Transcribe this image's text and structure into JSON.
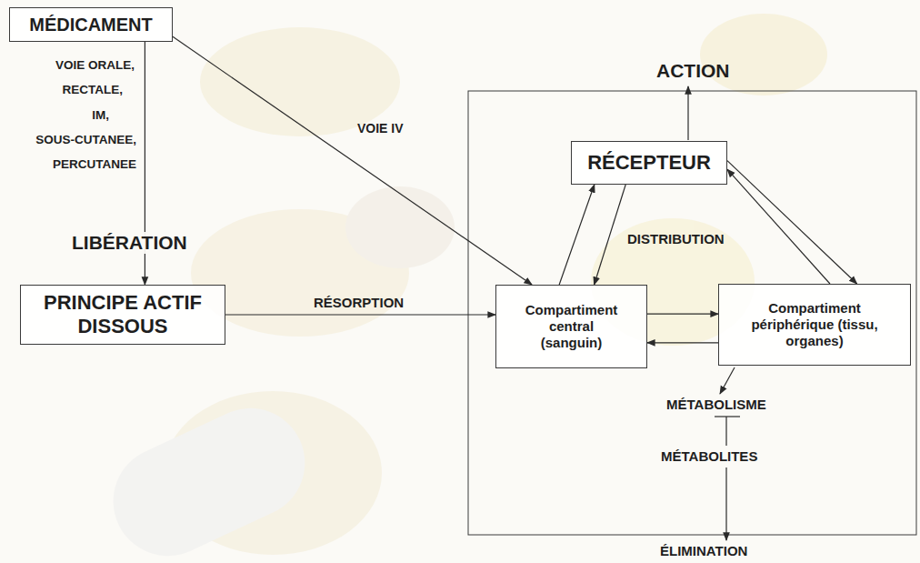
{
  "diagram": {
    "nodes": [
      {
        "text": [
          "MÉDICAMENT"
        ]
      },
      {
        "text": [
          "PRINCIPE ACTIF DISSOUS"
        ]
      },
      {
        "text": [
          "RÉCEPTEUR"
        ]
      },
      {
        "text": [
          "Compartiment central (sanguin)"
        ]
      },
      {
        "text": [
          "Compartiment périphérique (tissu, organes)"
        ]
      }
    ],
    "edges": [
      {
        "from": 0,
        "to": 1,
        "label": "LIBÉRATION",
        "arrow": "to"
      },
      {
        "from": 0,
        "to": 3,
        "label": "VOIE IV",
        "arrow": "to"
      },
      {
        "from": 1,
        "to": 3,
        "label": "RÉSORPTION",
        "arrow": "to"
      },
      {
        "from": 3,
        "to": 2,
        "arrow": "to"
      },
      {
        "from": 2,
        "to": 3,
        "arrow": "to"
      },
      {
        "from": 3,
        "to": 4,
        "arrow": "to"
      },
      {
        "from": 4,
        "to": 3,
        "arrow": "to"
      },
      {
        "from": 4,
        "to": 2,
        "arrow": "to"
      },
      {
        "from": 2,
        "to": 4,
        "arrow": "to"
      }
    ],
    "labels": [
      "VOIE ORALE,",
      "RECTALE,",
      "IM,",
      "SOUS-CUTANEE,",
      "PERCUTANEE",
      "ACTION",
      "DISTRIBUTION",
      "MÉTABOLISME",
      "MÉTABOLITES",
      "ÉLIMINATION"
    ]
  }
}
